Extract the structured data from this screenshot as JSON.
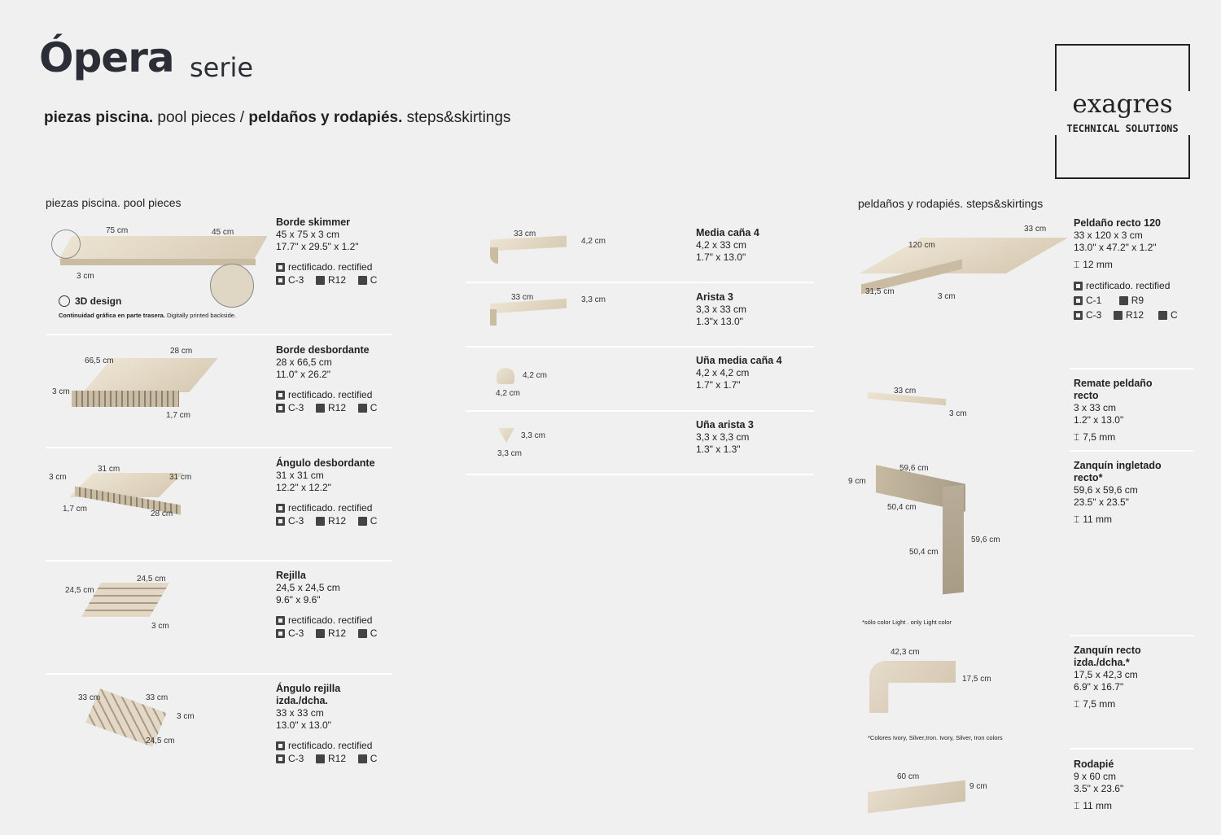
{
  "header": {
    "title": "Ópera",
    "serie": "serie",
    "subtitle_a": "piezas piscina.",
    "subtitle_b": "pool pieces /",
    "subtitle_c": "peldaños y rodapiés.",
    "subtitle_d": "steps&skirtings"
  },
  "logo": {
    "name": "exagres",
    "tagline": "TECHNICAL SOLUTIONS"
  },
  "sections": {
    "pool": "piezas piscina. pool pieces",
    "steps": "peldaños y rodapiés. steps&skirtings"
  },
  "common": {
    "rectified": "rectificado. rectified",
    "c3": "C-3",
    "r12": "R12",
    "c": "C"
  },
  "pool": [
    {
      "name": "Borde skimmer",
      "dim_cm": "45 x 75 x 3 cm",
      "dim_in": "17.7\" x 29.5\" x 1.2\"",
      "labels": [
        "75 cm",
        "45 cm",
        "3 cm"
      ]
    },
    {
      "name": "Borde desbordante",
      "dim_cm": "28 x 66,5 cm",
      "dim_in": "11.0\" x 26.2\"",
      "labels": [
        "66,5 cm",
        "28 cm",
        "3 cm",
        "1,7 cm"
      ]
    },
    {
      "name": "Ángulo desbordante",
      "dim_cm": "31 x 31 cm",
      "dim_in": "12.2\" x 12.2\"",
      "labels": [
        "31 cm",
        "31 cm",
        "3 cm",
        "1,7 cm",
        "28 cm"
      ]
    },
    {
      "name": "Rejilla",
      "dim_cm": "24,5 x 24,5 cm",
      "dim_in": "9.6\" x 9.6\"",
      "labels": [
        "24,5 cm",
        "24,5 cm",
        "3 cm"
      ]
    },
    {
      "name": "Ángulo rejilla",
      "name2": "izda./dcha.",
      "dim_cm": "33 x 33 cm",
      "dim_in": "13.0\" x 13.0\"",
      "labels": [
        "33 cm",
        "33 cm",
        "3 cm",
        "24,5 cm"
      ]
    }
  ],
  "design3d": {
    "label": "3D design",
    "note_a": "Continuidad gráfica en parte trasera.",
    "note_b": "Digitally printed backside."
  },
  "middle": [
    {
      "name": "Media caña 4",
      "dim_cm": "4,2 x 33 cm",
      "dim_in": "1.7\" x 13.0\"",
      "labels": [
        "33 cm",
        "4,2 cm"
      ]
    },
    {
      "name": "Arista 3",
      "dim_cm": "3,3 x 33 cm",
      "dim_in": "1.3\"x 13.0\"",
      "labels": [
        "33 cm",
        "3,3 cm"
      ]
    },
    {
      "name": "Uña media caña 4",
      "dim_cm": "4,2 x 4,2 cm",
      "dim_in": "1.7\" x 1.7\"",
      "labels": [
        "4,2 cm",
        "4,2 cm"
      ]
    },
    {
      "name": "Uña arista 3",
      "dim_cm": "3,3 x 3,3 cm",
      "dim_in": "1.3\" x 1.3\"",
      "labels": [
        "3,3 cm",
        "3,3 cm"
      ]
    }
  ],
  "steps": [
    {
      "name": "Peldaño recto 120",
      "dim_cm": "33 x 120 x 3 cm",
      "dim_in": "13.0\" x 47.2\" x 1.2\"",
      "thick": "12 mm",
      "c1": "C-1",
      "r9": "R9",
      "labels": [
        "120 cm",
        "33 cm",
        "31,5 cm",
        "3 cm"
      ]
    },
    {
      "name": "Remate peldaño",
      "name2": "recto",
      "dim_cm": "3 x 33 cm",
      "dim_in": "1.2\" x 13.0\"",
      "thick": "7,5 mm",
      "labels": [
        "33 cm",
        "3 cm"
      ]
    },
    {
      "name": "Zanquín ingletado",
      "name2": "recto*",
      "dim_cm": "59,6 x 59,6 cm",
      "dim_in": "23.5\" x 23.5\"",
      "thick": "11 mm",
      "labels": [
        "59,6 cm",
        "9 cm",
        "50,4 cm",
        "59,6 cm",
        "50,4 cm"
      ],
      "note": "*sólo color Light . only Light color"
    },
    {
      "name": "Zanquín recto",
      "name2": "izda./dcha.*",
      "dim_cm": "17,5 x 42,3 cm",
      "dim_in": "6.9\" x 16.7\"",
      "thick": "7,5 mm",
      "labels": [
        "42,3 cm",
        "17,5 cm"
      ],
      "note": "*Colores Ivory, Silver,Iron. Ivory, Silver, Iron colors"
    },
    {
      "name": "Rodapié",
      "dim_cm": "9 x 60 cm",
      "dim_in": "3.5\" x 23.6\"",
      "thick": "11 mm",
      "labels": [
        "60 cm",
        "9 cm"
      ]
    }
  ]
}
